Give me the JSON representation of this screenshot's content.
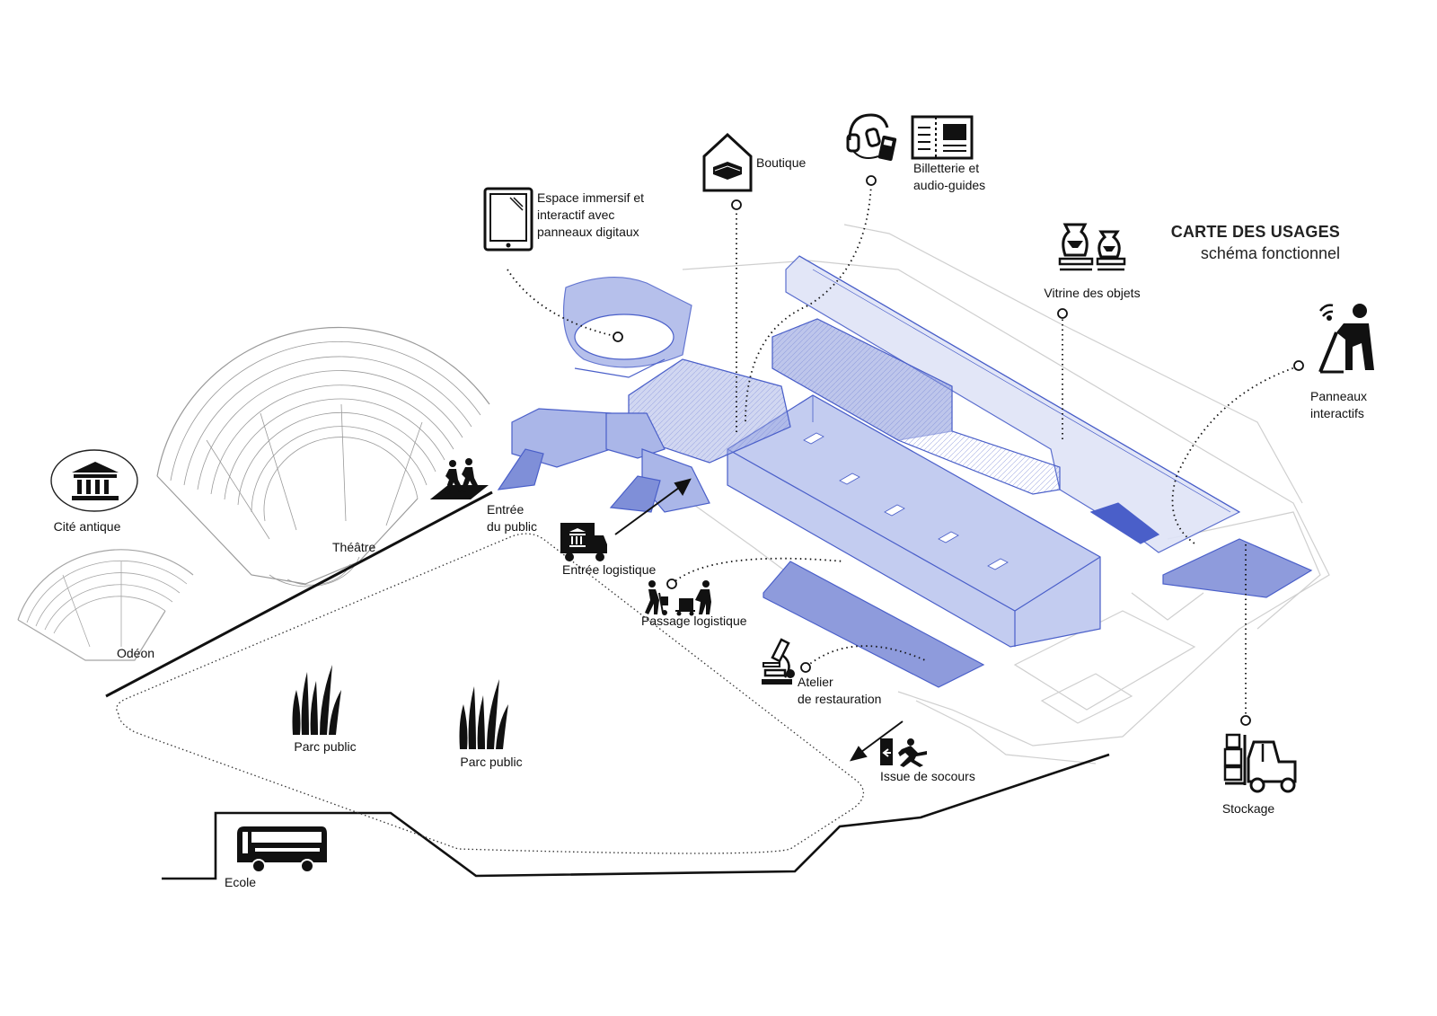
{
  "title": {
    "line1": "CARTE DES USAGES",
    "line2": "schéma fonctionnel"
  },
  "labels": {
    "espace_immersif": [
      "Espace immersif et",
      "interactif avec",
      "panneaux digitaux"
    ],
    "boutique": "Boutique",
    "billetterie": [
      "Billetterie et",
      "audio-guides"
    ],
    "vitrine": "Vitrine des objets",
    "panneaux": [
      "Panneaux",
      "interactifs"
    ],
    "cite_antique": "Cité antique",
    "theatre": "Théâtre",
    "odeon": "Odéon",
    "entree_public": [
      "Entrée",
      "du public"
    ],
    "entree_logistique": "Entrée logistique",
    "passage_logistique": "Passage logistique",
    "atelier": [
      "Atelier",
      "de restauration"
    ],
    "issue": "Issue de socours",
    "parc1": "Parc public",
    "parc2": "Parc public",
    "ecole": "Ecole",
    "stockage": "Stockage"
  },
  "icons": [
    "tablet-icon",
    "shop-book-icon",
    "headphones-icon",
    "ticket-icon",
    "vases-icon",
    "touch-panel-icon",
    "temple-icon",
    "walking-people-icon",
    "truck-icon",
    "hand-truck-workers-icon",
    "microscope-icon",
    "emergency-exit-icon",
    "grass-icon",
    "bus-icon",
    "forklift-icon"
  ],
  "colors": {
    "accent": "#4a5fc9",
    "fill": "#aab6e8",
    "line": "#111111",
    "plan": "#c9c9c9"
  }
}
